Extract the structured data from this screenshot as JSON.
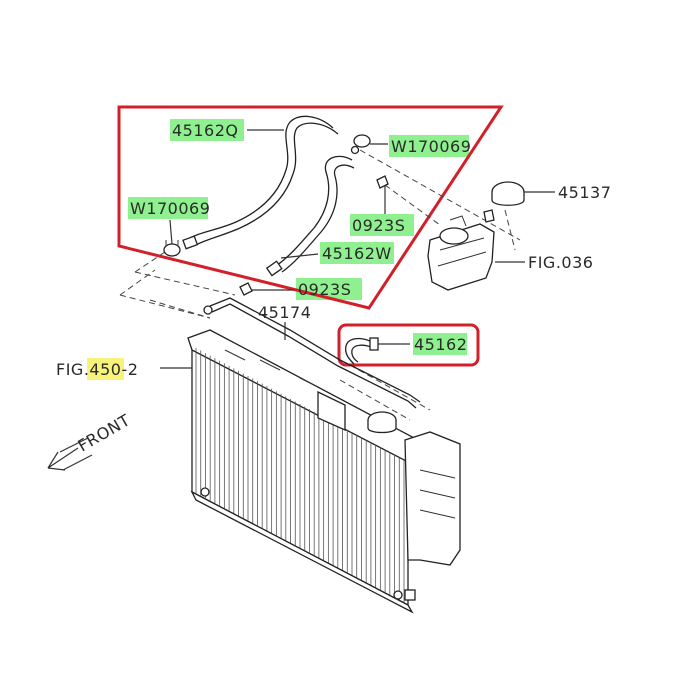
{
  "callouts": {
    "hose_upper_q": "45162Q",
    "clamp_top": "W170069",
    "clamp_left": "W170069",
    "bolt_right": "0923S",
    "hose_w": "45162W",
    "bolt_bottom": "0923S",
    "pipe": "45174",
    "hose_small": "45162",
    "cap": "45137",
    "fig_tank": "FIG.036",
    "fig_radiator_prefix": "FIG.",
    "fig_radiator_hl": "450",
    "fig_radiator_suffix": "-2",
    "front": "FRONT"
  },
  "colors": {
    "green_highlight": "#8ff08f",
    "yellow_highlight": "#f6f27a",
    "red_outline": "#d1202a",
    "line": "#333333"
  }
}
